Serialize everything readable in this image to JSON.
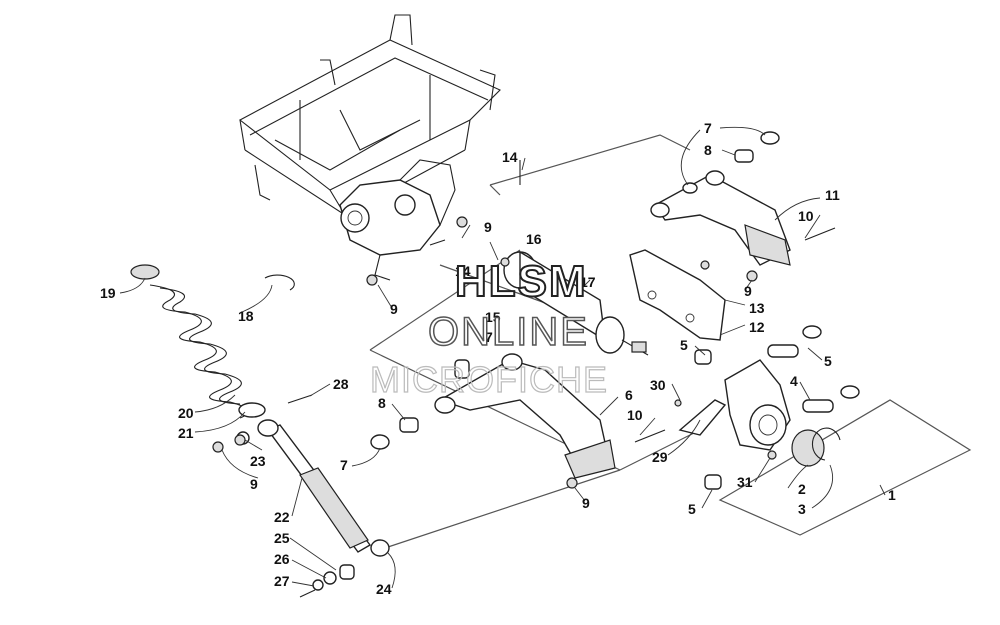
{
  "watermark": {
    "line1": "HLSM",
    "line2": "ONLINE",
    "line3": "MICROFICHE"
  },
  "callouts": [
    {
      "id": "1",
      "text": "1"
    },
    {
      "id": "2",
      "text": "2"
    },
    {
      "id": "3",
      "text": "3"
    },
    {
      "id": "4",
      "text": "4"
    },
    {
      "id": "5a",
      "text": "5"
    },
    {
      "id": "5b",
      "text": "5"
    },
    {
      "id": "5c",
      "text": "5"
    },
    {
      "id": "6",
      "text": "6"
    },
    {
      "id": "7a",
      "text": "7"
    },
    {
      "id": "7b",
      "text": "7"
    },
    {
      "id": "7c",
      "text": "7"
    },
    {
      "id": "8a",
      "text": "8"
    },
    {
      "id": "8b",
      "text": "8"
    },
    {
      "id": "9a",
      "text": "9"
    },
    {
      "id": "9b",
      "text": "9"
    },
    {
      "id": "9c",
      "text": "9"
    },
    {
      "id": "9d",
      "text": "9"
    },
    {
      "id": "9e",
      "text": "9"
    },
    {
      "id": "10a",
      "text": "10"
    },
    {
      "id": "10b",
      "text": "10"
    },
    {
      "id": "11",
      "text": "11"
    },
    {
      "id": "12",
      "text": "12"
    },
    {
      "id": "13",
      "text": "13"
    },
    {
      "id": "14a",
      "text": "14"
    },
    {
      "id": "14b",
      "text": "14"
    },
    {
      "id": "15",
      "text": "15"
    },
    {
      "id": "16",
      "text": "16"
    },
    {
      "id": "17",
      "text": "17"
    },
    {
      "id": "18",
      "text": "18"
    },
    {
      "id": "19",
      "text": "19"
    },
    {
      "id": "20",
      "text": "20"
    },
    {
      "id": "21",
      "text": "21"
    },
    {
      "id": "22",
      "text": "22"
    },
    {
      "id": "23",
      "text": "23"
    },
    {
      "id": "24",
      "text": "24"
    },
    {
      "id": "25",
      "text": "25"
    },
    {
      "id": "26",
      "text": "26"
    },
    {
      "id": "27",
      "text": "27"
    },
    {
      "id": "28",
      "text": "28"
    },
    {
      "id": "29",
      "text": "29"
    },
    {
      "id": "30",
      "text": "30"
    },
    {
      "id": "31",
      "text": "31"
    }
  ]
}
